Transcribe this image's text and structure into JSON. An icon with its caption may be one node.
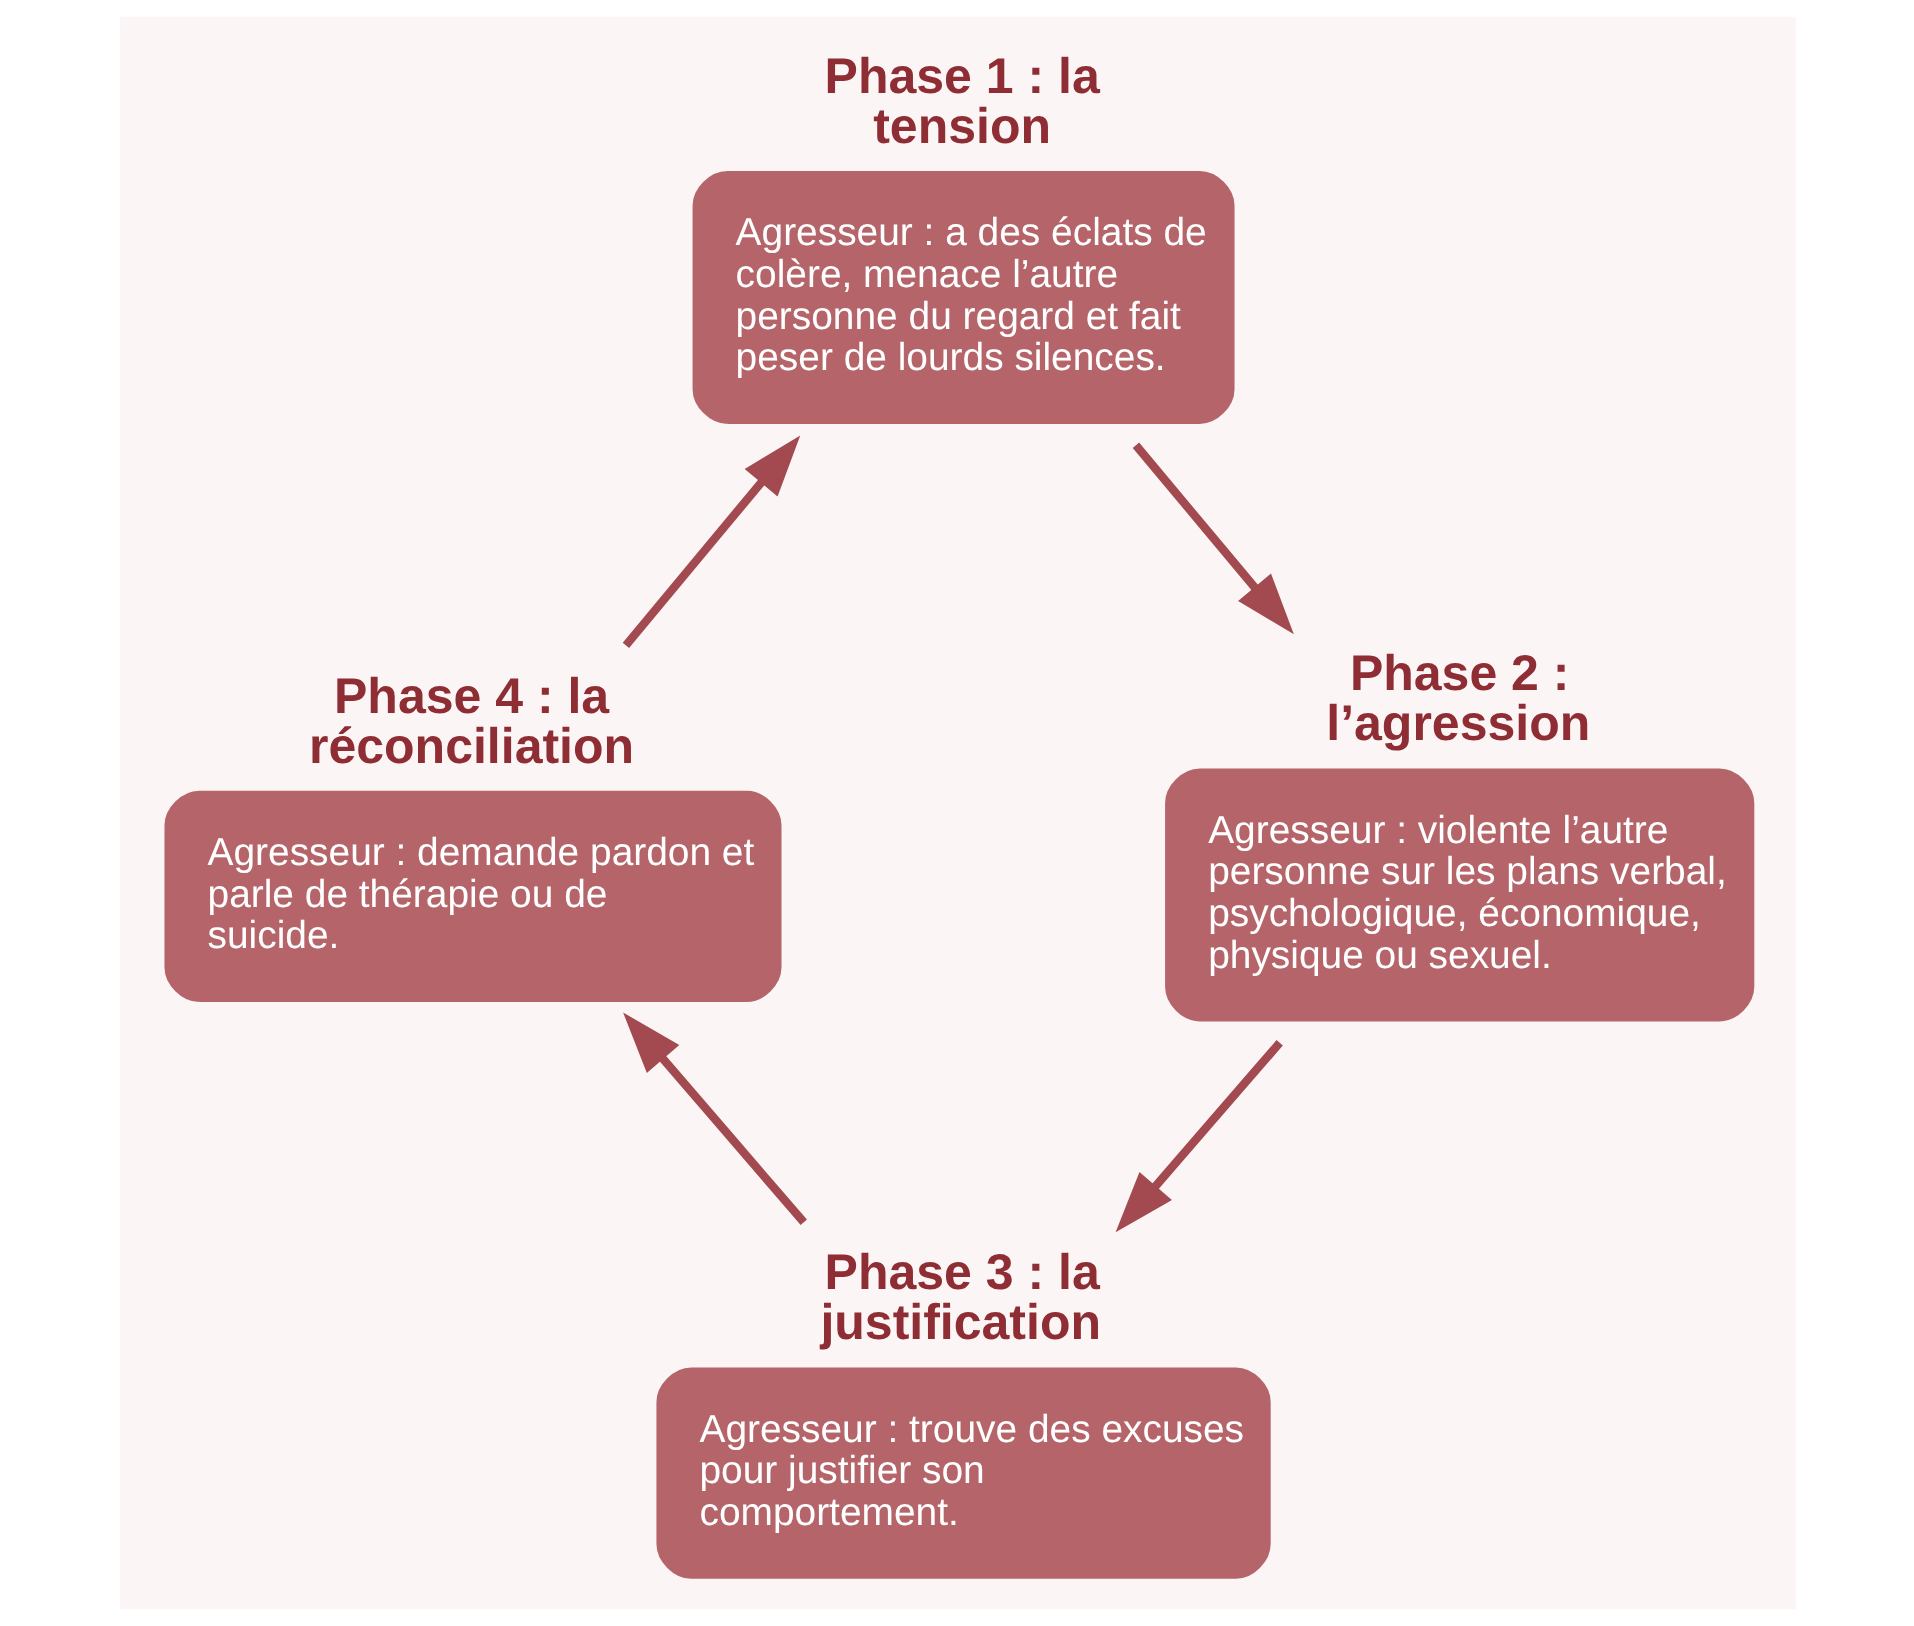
{
  "diagram": {
    "nodes": [
      {
        "text": [
          "Phase 1 : la tension",
          "Agresseur : a des éclats de colère, menace l’autre personne du regard et fait peser de lourds silences."
        ]
      },
      {
        "text": [
          "Phase 2 : l’agression",
          "Agresseur : violente l’autre personne sur les plans verbal, psychologique, économique, physique ou sexuel."
        ]
      },
      {
        "text": [
          "Phase 3 : la justification",
          "Agresseur : trouve des excuses pour justifier son comportement."
        ]
      },
      {
        "text": [
          "Phase 4 : la réconciliation",
          "Agresseur : demande pardon et parle de thérapie ou de suicide."
        ]
      }
    ],
    "edges": [
      {
        "from": 0,
        "to": 1,
        "arrow": "to"
      },
      {
        "from": 1,
        "to": 2,
        "arrow": "to"
      },
      {
        "from": 2,
        "to": 3,
        "arrow": "to"
      },
      {
        "from": 3,
        "to": 0,
        "arrow": "to"
      }
    ]
  }
}
